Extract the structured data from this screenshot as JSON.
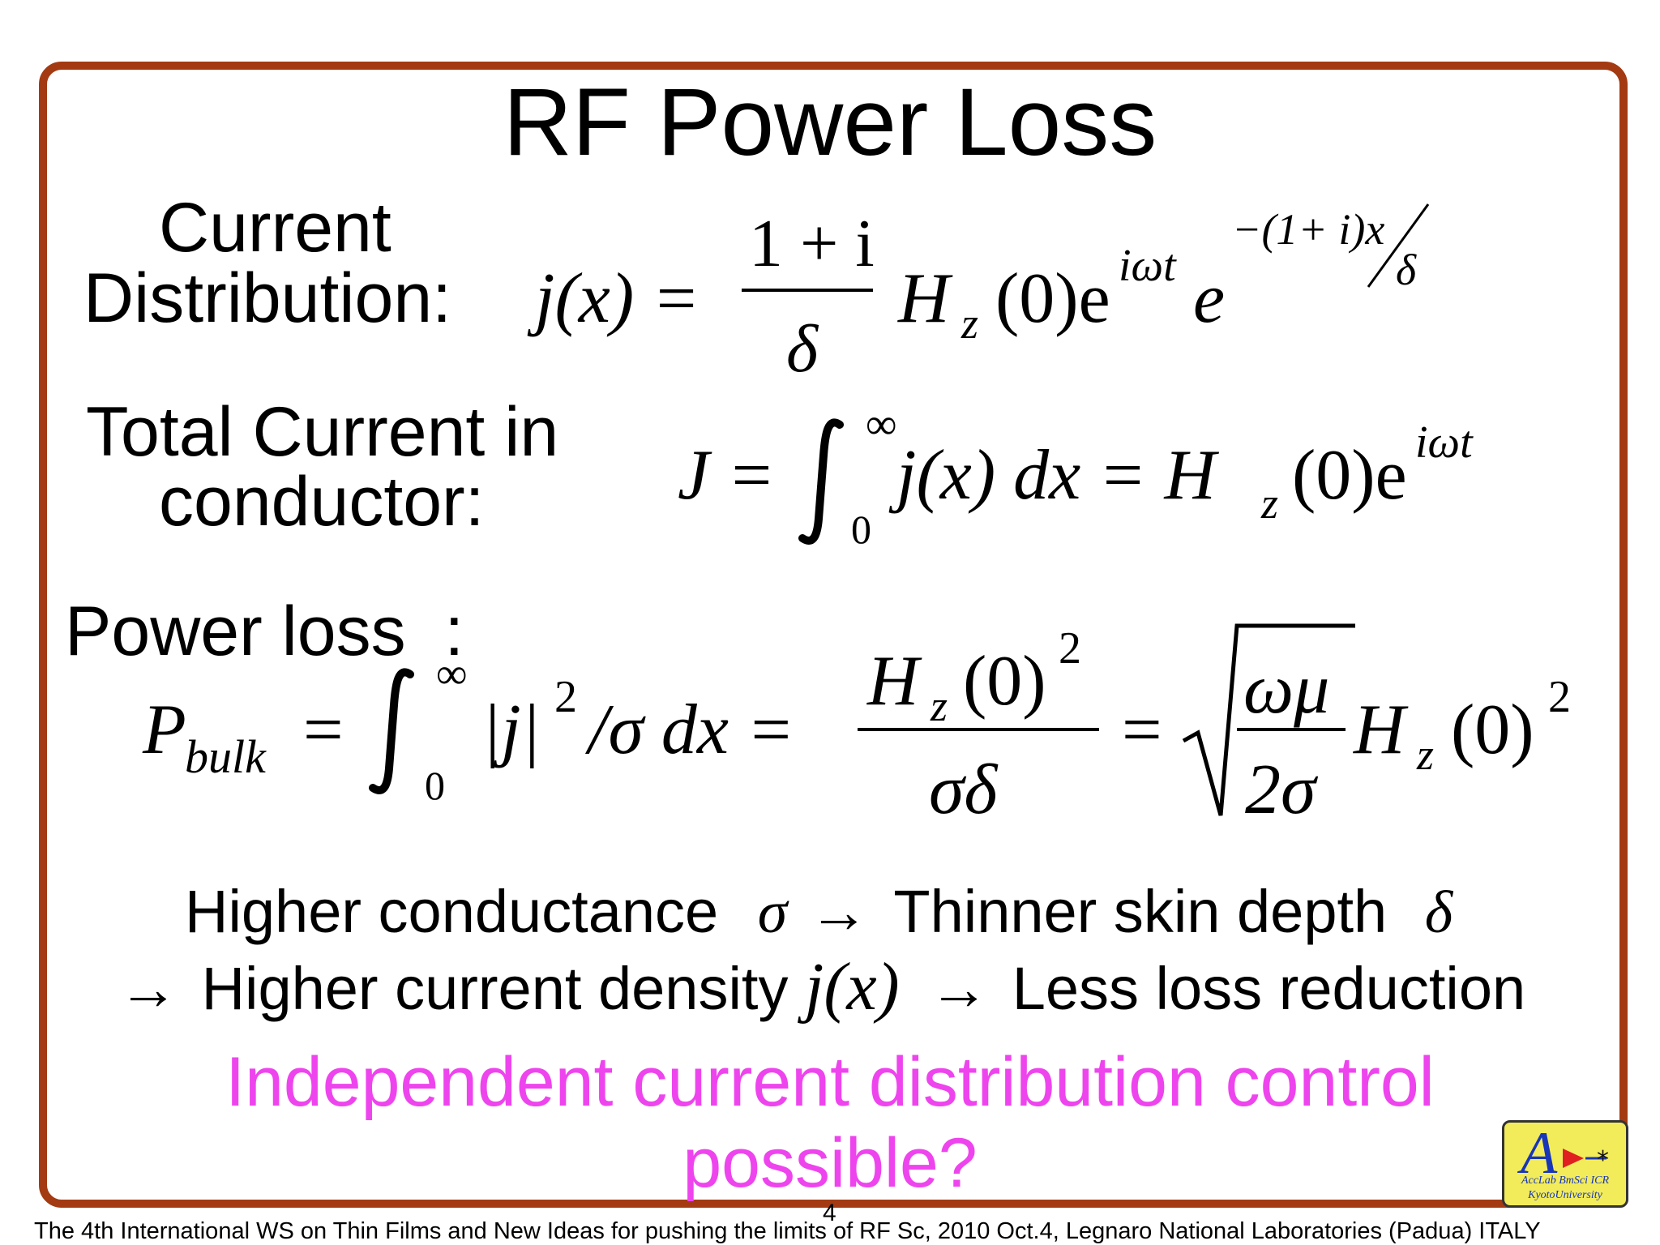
{
  "title": "RF Power Loss",
  "labels": {
    "current_line1": "Current",
    "current_line2": "Distribution:",
    "total_line1": "Total Current in",
    "total_line2": "conductor:",
    "power": "Power loss  :"
  },
  "eq_current": {
    "lhs": "j(x) =",
    "num": "1 + i",
    "den": "δ",
    "rhs": "H",
    "sub": "z",
    "rhs2": "(0)e",
    "sup": "iωt",
    "exp_e": "e",
    "exp_num": "−(1+ i)x",
    "exp_den": "δ"
  },
  "eq_total": {
    "lhs": "J =",
    "upper": "∞",
    "lower": "0",
    "integrand": "j(x) dx = H",
    "sub": "z",
    "rhs2": "(0)e",
    "sup": "iωt"
  },
  "eq_power": {
    "lhs": "P",
    "lhs_sub": "bulk",
    "eq": "=",
    "upper": "∞",
    "lower": "0",
    "integrand": "|j|",
    "pow": "2",
    "rest": "/σ dx =",
    "num": "H",
    "num_sub": "z",
    "num_rest": "(0)",
    "num_pow": "2",
    "den": "σδ",
    "eq2": "=",
    "sqrt_num": "ωμ",
    "sqrt_den": "2σ",
    "tail": "H",
    "tail_sub": "z",
    "tail_rest": "(0)",
    "tail_pow": "2"
  },
  "statement": {
    "line1_a": "Higher conductance",
    "sigma": "σ",
    "arrow": "→",
    "line1_b": "Thinner skin depth",
    "delta": "δ",
    "line2_a": "Higher current density",
    "jx": "j(x)",
    "line2_b": "Less loss reduction"
  },
  "question_line1": "Independent current distribution control",
  "question_line2": "possible?",
  "logo": {
    "letter": "A",
    "line1": "AccLab BmSci ICR",
    "line2": "KyotoUniversity"
  },
  "page_number": "4",
  "footer": "The 4th International WS on Thin Films  and New Ideas for pushing the limits of RF Sc, 2010 Oct.4, Legnaro National Laboratories (Padua) ITALY",
  "colors": {
    "frame": "#a33a12",
    "highlight": "#ee44ee",
    "logo_bg": "#f2ec5a",
    "logo_text": "#1836b8"
  }
}
